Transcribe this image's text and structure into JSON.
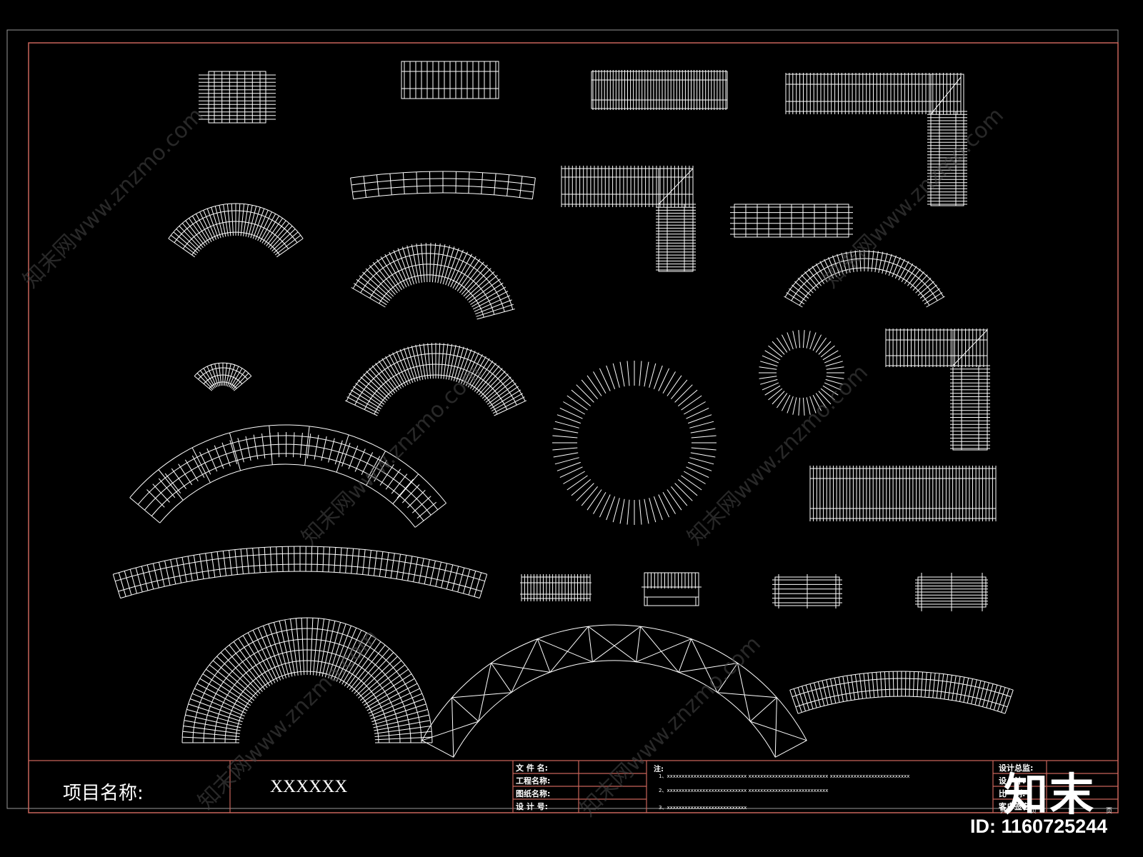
{
  "title_block": {
    "project_label": "项目名称:",
    "project_value": "XXXXXX",
    "info_labels": [
      "文 件 名:",
      "工程名称:",
      "图纸名称:",
      "设 计 号:"
    ],
    "notes_label": "注:",
    "notes": [
      "1、xxxxxxxxxxxxxxxxxxxxxxxxxxx   xxxxxxxxxxxxxxxxxxxxxxxxxxx   xxxxxxxxxxxxxxxxxxxxxxxxxxx",
      "2、xxxxxxxxxxxxxxxxxxxxxxxxxxx   xxxxxxxxxxxxxxxxxxxxxxxxxxx",
      "3、xxxxxxxxxxxxxxxxxxxxxxxxxxx"
    ],
    "right_labels": [
      "设计总监:",
      "设　计:",
      "比　例:",
      "客户签名:"
    ],
    "page_total": "共",
    "page_unit_1": "页",
    "page_current": "第",
    "page_unit_2": "页"
  },
  "watermark": {
    "logo_text": "知末",
    "id_text": "ID: 1160725244",
    "site_text": "知末网www.znzmo.com"
  },
  "colors": {
    "background": "#000000",
    "frame": "#c8645a",
    "outer_frame": "#aaaaaa",
    "linework": "#ffffff",
    "watermark": "#4a4a4a"
  }
}
